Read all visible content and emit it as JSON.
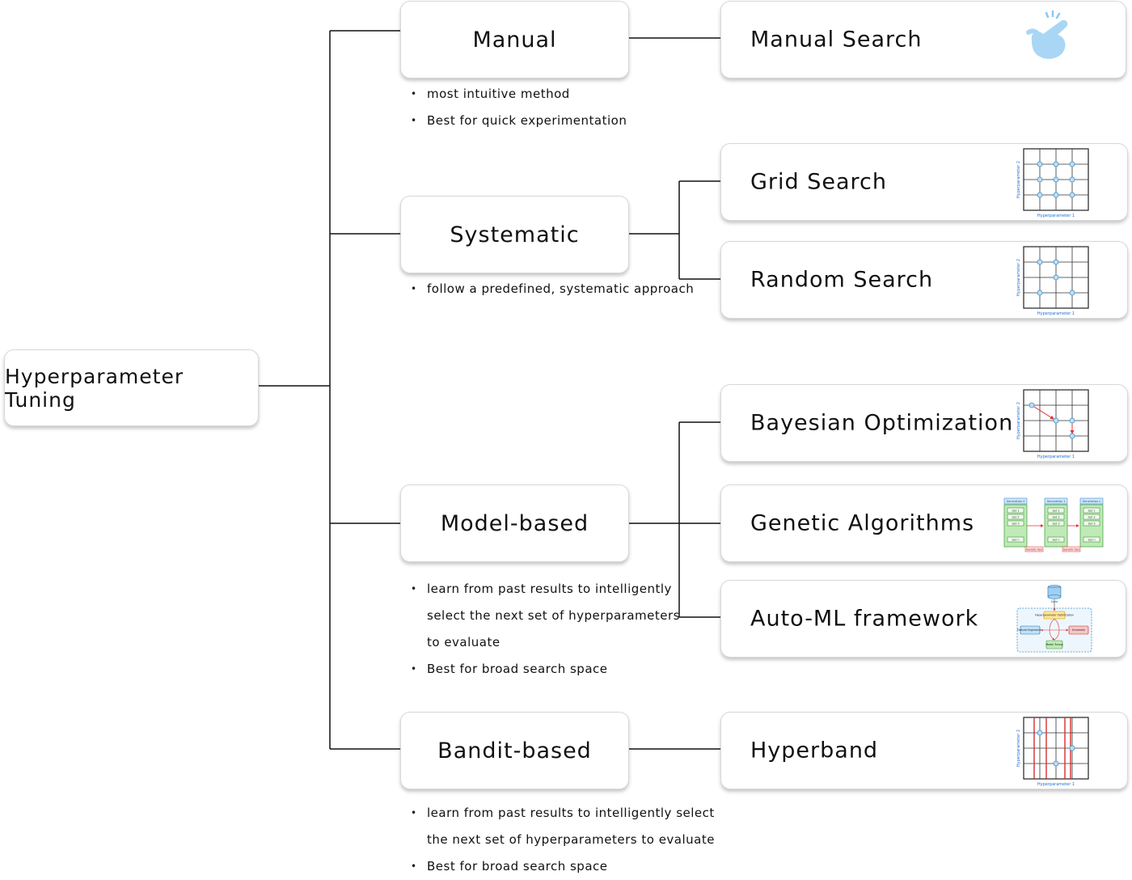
{
  "root": {
    "label": "Hyperparameter Tuning"
  },
  "categories": [
    {
      "id": "manual",
      "label": "Manual",
      "notes": [
        "most intuitive method",
        "Best for quick experimentation"
      ]
    },
    {
      "id": "systematic",
      "label": "Systematic",
      "notes": [
        "follow a predefined, systematic approach"
      ]
    },
    {
      "id": "model",
      "label": "Model-based",
      "notes": [
        "learn from past results to intelligently",
        "select the next set of hyperparameters",
        "to evaluate",
        "Best for broad search space"
      ]
    },
    {
      "id": "bandit",
      "label": "Bandit-based",
      "notes": [
        "learn from past results to intelligently select",
        "the next set of hyperparameters to evaluate",
        "Best for broad search space"
      ]
    }
  ],
  "methods": [
    {
      "id": "manual-search",
      "label": "Manual Search",
      "icon": "pointing-hand-icon"
    },
    {
      "id": "grid-search",
      "label": "Grid Search",
      "icon": "grid-search-plot"
    },
    {
      "id": "random-search",
      "label": "Random Search",
      "icon": "random-search-plot"
    },
    {
      "id": "bayesian",
      "label": "Bayesian Optimization",
      "icon": "bayesian-optimization-plot"
    },
    {
      "id": "genetic",
      "label": "Genetic Algorithms",
      "icon": "genetic-algorithm-diagram"
    },
    {
      "id": "automl",
      "label": "Auto-ML framework",
      "icon": "automl-diagram"
    },
    {
      "id": "hyperband",
      "label": "Hyperband",
      "icon": "hyperband-plot"
    }
  ],
  "plot_labels": {
    "x": "Hyperparameter 1",
    "y": "Hyperparameter 2"
  },
  "genetic_labels": {
    "generations": [
      "Generation 0",
      "Generation 1",
      "Generation n"
    ],
    "sets": [
      "Set 1",
      "Set 2",
      "Set 3",
      "Set n"
    ],
    "ops": "Genetic Ops"
  },
  "automl_labels": {
    "data": "Data",
    "hpo": "Hyperparameter Optimization",
    "feature": "Feature Engineering",
    "ensemble": "Ensemble",
    "tuning": "Model Tuning"
  },
  "colors": {
    "accent_blue": "#6cb4e6",
    "hand_blue": "#a9d6f5",
    "arrow_red": "#e03131",
    "line": "#111111"
  }
}
